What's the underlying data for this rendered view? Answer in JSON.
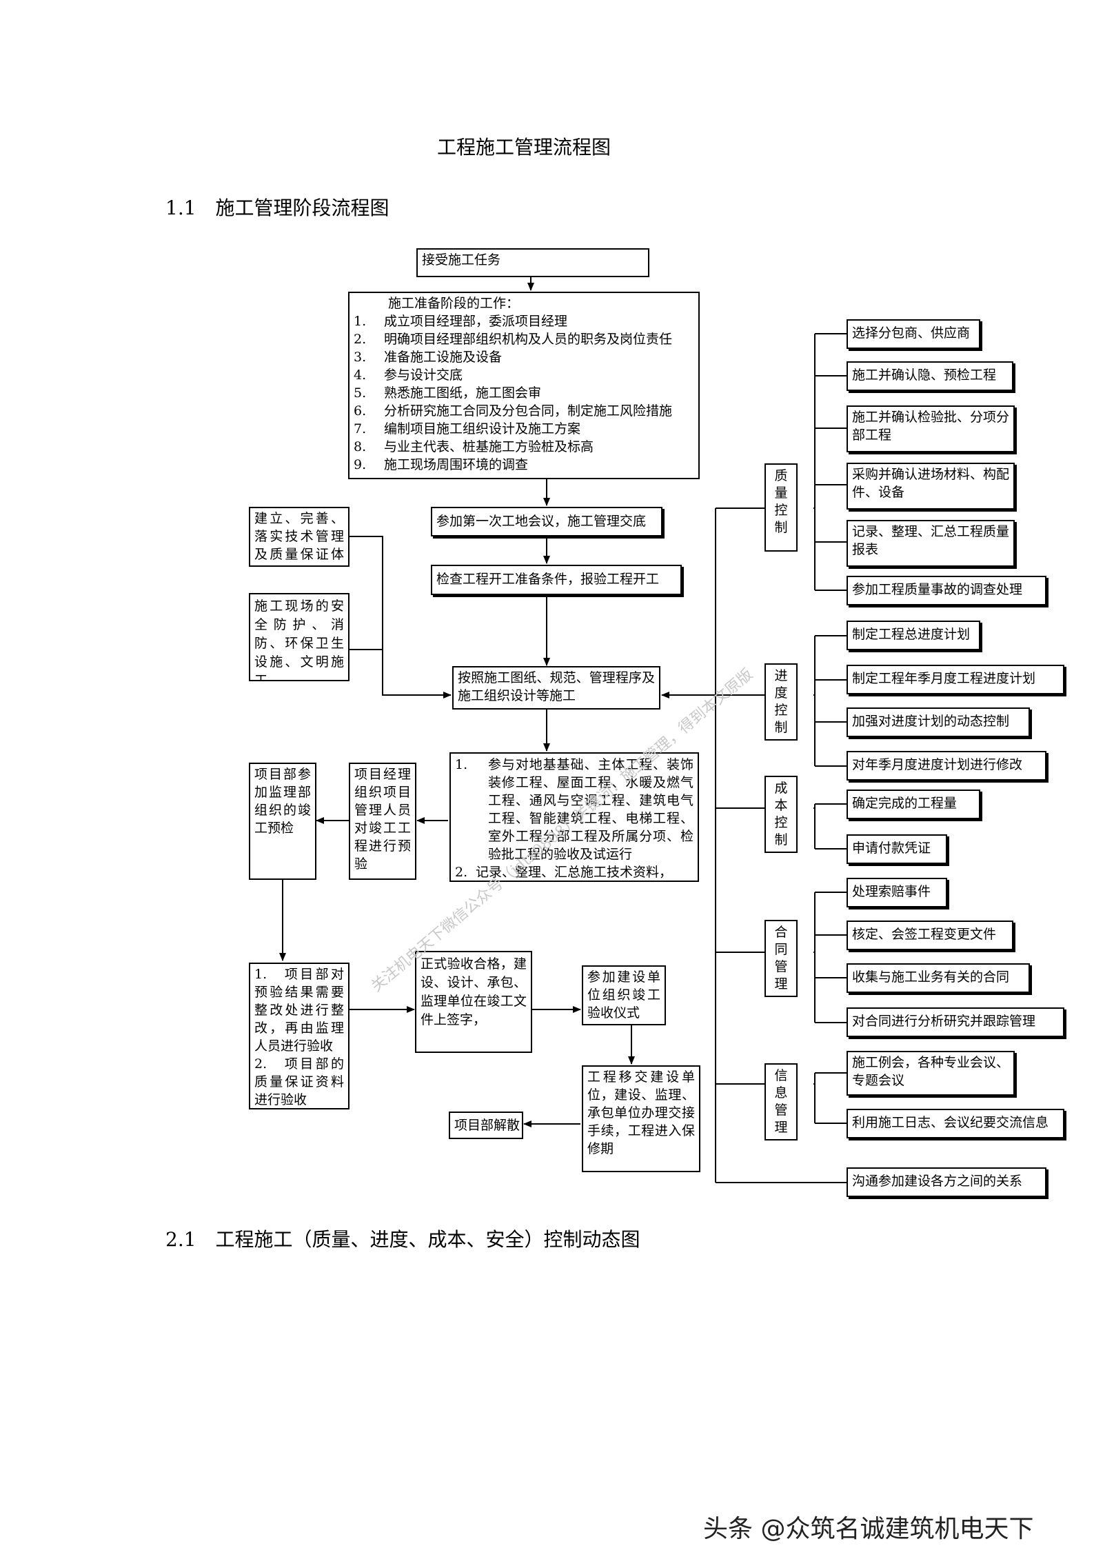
{
  "doc_title": "工程施工管理流程图",
  "section1": "1.1　施工管理阶段流程图",
  "section2": "2.1　工程施工（质量、进度、成本、安全）控制动态图",
  "flow": {
    "accept_task": "接受施工任务",
    "prep_title": "施工准备阶段的工作：",
    "prep_items": [
      {
        "n": "1.",
        "t": "成立项目经理部，委派项目经理"
      },
      {
        "n": "2.",
        "t": "明确项目经理部组织机构及人员的职务及岗位责任"
      },
      {
        "n": "3.",
        "t": "准备施工设施及设备"
      },
      {
        "n": "4.",
        "t": "参与设计交底"
      },
      {
        "n": "5.",
        "t": "熟悉施工图纸，施工图会审"
      },
      {
        "n": "6.",
        "t": "分析研究施工合同及分包合同，制定施工风险措施"
      },
      {
        "n": "7.",
        "t": "编制项目施工组织设计及施工方案"
      },
      {
        "n": "8.",
        "t": "与业主代表、桩基施工方验桩及标高"
      },
      {
        "n": "9.",
        "t": "施工现场周围环境的调查"
      }
    ],
    "first_meeting": "参加第一次工地会议，施工管理交底",
    "check_start": "检查工程开工准备条件，报验工程开工",
    "build": "按照施工图纸、规范、管理程序及施工组织设计等施工",
    "tech_system": "建立、完善、落实技术管理及质量保证体系",
    "safety": "施工现场的安全防护、消防、环保卫生设施、文明施工",
    "acceptance_item1_n": "1.",
    "acceptance_item1": "参与对地基基础、主体工程、装饰装修工程、屋面工程、水暖及燃气工程、通风与空调工程、建筑电气工程、智能建筑工程、电梯工程、室外工程分部工程及所属分项、检验批工程的验收及试运行",
    "acceptance_item2_n": "2.",
    "acceptance_item2": "记录、整理、汇总施工技术资料，",
    "pre_inspect": "项目经理组织项目管理人员对竣工工程进行预验",
    "supervise_inspect": "项目部参加监理部组织的竣工预检",
    "rectify_1_n": "1.",
    "rectify_1": "项目部对预验结果需要整改处进行整改，再由监理人员进行验收",
    "rectify_2_n": "2.",
    "rectify_2": "项目部的质量保证资料进行验收",
    "formal_accept": "正式验收合格，建设、设计、承包、监理单位在竣工文件上签字，",
    "ceremony": "参加建设单位组织竣工验收仪式",
    "handover": "工程移交建设单位，建设、监理、承包单位办理交接手续，工程进入保修期",
    "dissolve": "项目部解散"
  },
  "controls": {
    "quality": {
      "label": [
        "质",
        "量",
        "控",
        "制"
      ],
      "items": [
        "选择分包商、供应商",
        "施工并确认隐、预检工程",
        "施工并确认检验批、分项分部工程",
        "采购并确认进场材料、构配件、设备",
        "记录、整理、汇总工程质量报表",
        "参加工程质量事故的调查处理"
      ]
    },
    "progress": {
      "label": [
        "进",
        "度",
        "控",
        "制"
      ],
      "items": [
        "制定工程总进度计划",
        "制定工程年季月度工程进度计划",
        "加强对进度计划的动态控制",
        "对年季月度进度计划进行修改"
      ]
    },
    "cost": {
      "label": [
        "成",
        "本",
        "控",
        "制"
      ],
      "items": [
        "确定完成的工程量",
        "申请付款凭证"
      ]
    },
    "contract": {
      "label": [
        "合",
        "同",
        "管",
        "理"
      ],
      "items": [
        "处理索赔事件",
        "核定、会签工程变更文件",
        "收集与施工业务有关的合同",
        "对合同进行分析研究并跟踪管理"
      ]
    },
    "info": {
      "label": [
        "信",
        "息",
        "管",
        "理"
      ],
      "items": [
        "施工例会，各种专业会议、专题会议",
        "利用施工日志、会议纪要交流信息"
      ]
    },
    "communicate": "沟通参加建设各方之间的关系"
  },
  "watermark": "关注机电天下微信公众号（jdtx0808）关键词：施工管理，得到本文原版",
  "footer": "头条 @众筑名诚建筑机电天下"
}
